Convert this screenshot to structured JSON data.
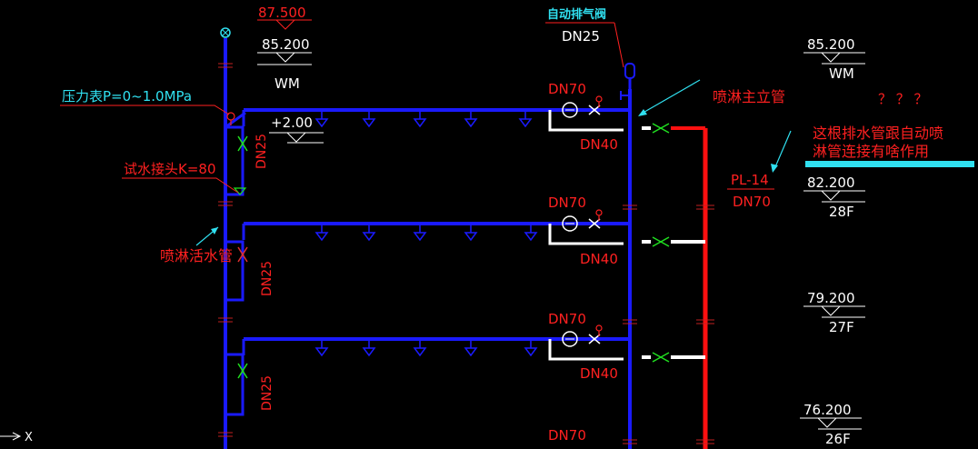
{
  "colors": {
    "background": "#000000",
    "pipe_blue": "#1a1aff",
    "pipe_red": "#ff1010",
    "pipe_white": "#ffffff",
    "label_red": "#ff2020",
    "label_white": "#ffffff",
    "label_cyan": "#30e0f0",
    "valve_green": "#20e020"
  },
  "top_labels": {
    "elev_top": "87.500",
    "elev_sub": "85.200",
    "wm_left": "WM",
    "air_valve": "自动排气阀",
    "air_valve_dn": "DN25"
  },
  "left_labels": {
    "pressure_gauge": "压力表P=0~1.0MPa",
    "test_joint": "试水接头K=80",
    "wet_pipe": "喷淋活水管",
    "sprinkler_elev": "+2.00"
  },
  "branch_labels": {
    "dn70": "DN70",
    "dn40": "DN40",
    "dn25": "DN25"
  },
  "main_riser_label": "喷淋主立管",
  "question_marks": "？ ？ ？",
  "question_text": {
    "line1": "这根排水管跟自动喷",
    "line2": "淋管连接有啥作用"
  },
  "drain_pipe": {
    "tag": "PL-14",
    "size": "DN70"
  },
  "right_elevations": [
    {
      "value": "85.200",
      "floor": "WM"
    },
    {
      "value": "82.200",
      "floor": "28F"
    },
    {
      "value": "79.200",
      "floor": "27F"
    },
    {
      "value": "76.200",
      "floor": "26F"
    }
  ],
  "ucs_axis_label": "X"
}
